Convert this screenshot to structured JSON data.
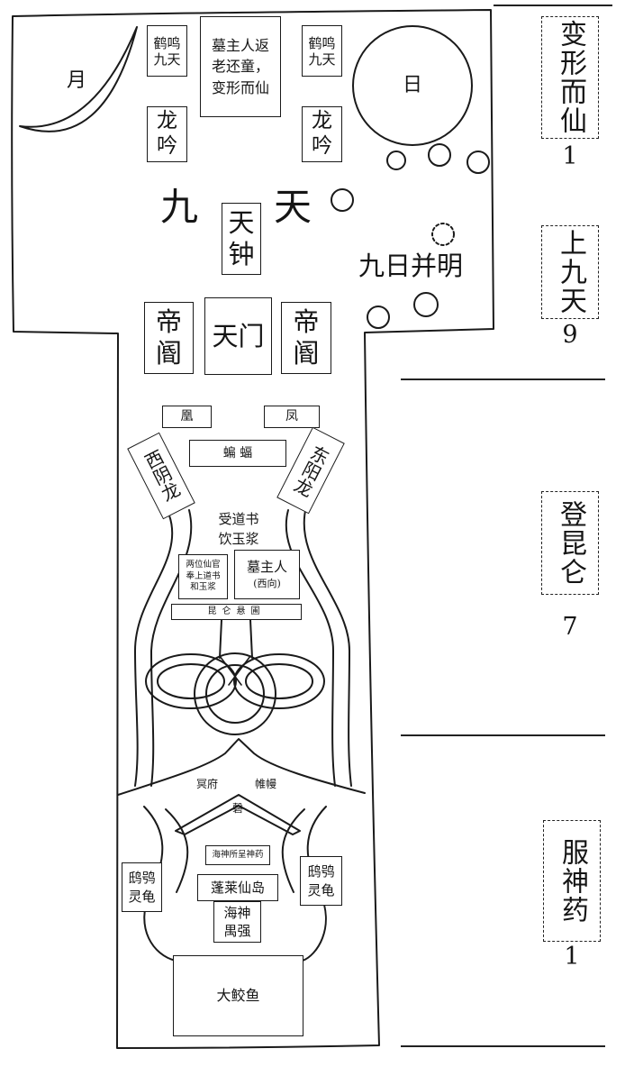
{
  "top": {
    "moon_label": "月",
    "sun_label": "日",
    "crane_left": [
      "鹤鸣",
      "九天"
    ],
    "crane_right": [
      "鹤鸣",
      "九天"
    ],
    "owner_transform": [
      "墓主人返",
      "老还童，",
      "变形而仙"
    ],
    "dragon_chant_left": [
      "龙",
      "吟"
    ],
    "dragon_chant_right": [
      "龙",
      "吟"
    ],
    "nine_heavens": [
      "九",
      "天"
    ],
    "heavenly_bell": [
      "天",
      "钟"
    ],
    "nine_suns": "九日并明",
    "gatekeeper_left": [
      "帝",
      "阍"
    ],
    "heaven_gate": "天门",
    "gatekeeper_right": [
      "帝",
      "阍"
    ]
  },
  "middle": {
    "phoenix_female": "凰",
    "phoenix_male": "凤",
    "bat": "蝙 蝠",
    "west_dragon": "西阴龙",
    "east_dragon": "东阳龙",
    "caption": [
      "受道书",
      "饮玉浆"
    ],
    "officials": [
      "两位仙官",
      "奉上道书",
      "和玉浆"
    ],
    "tomb_owner": [
      "墓主人",
      "(西向)"
    ],
    "kunlun": "昆仑悬圃"
  },
  "bottom": {
    "underworld": "冥府",
    "curtain": "帷幔",
    "chime": "磬",
    "sea_god_medicine": "海神所呈神药",
    "owl_turtle_left": [
      "鸱鸮",
      "灵龟"
    ],
    "owl_turtle_right": [
      "鸱鸮",
      "灵龟"
    ],
    "penglai": "蓬莱仙岛",
    "sea_god": [
      "海神",
      "禺强"
    ],
    "big_fish": "大鲛鱼"
  },
  "stages": [
    {
      "label": "变形而仙",
      "count": "1"
    },
    {
      "label": "上九天",
      "count": "9"
    },
    {
      "label": "登昆仑",
      "count": "7"
    },
    {
      "label": "服神药",
      "count": "1"
    }
  ]
}
